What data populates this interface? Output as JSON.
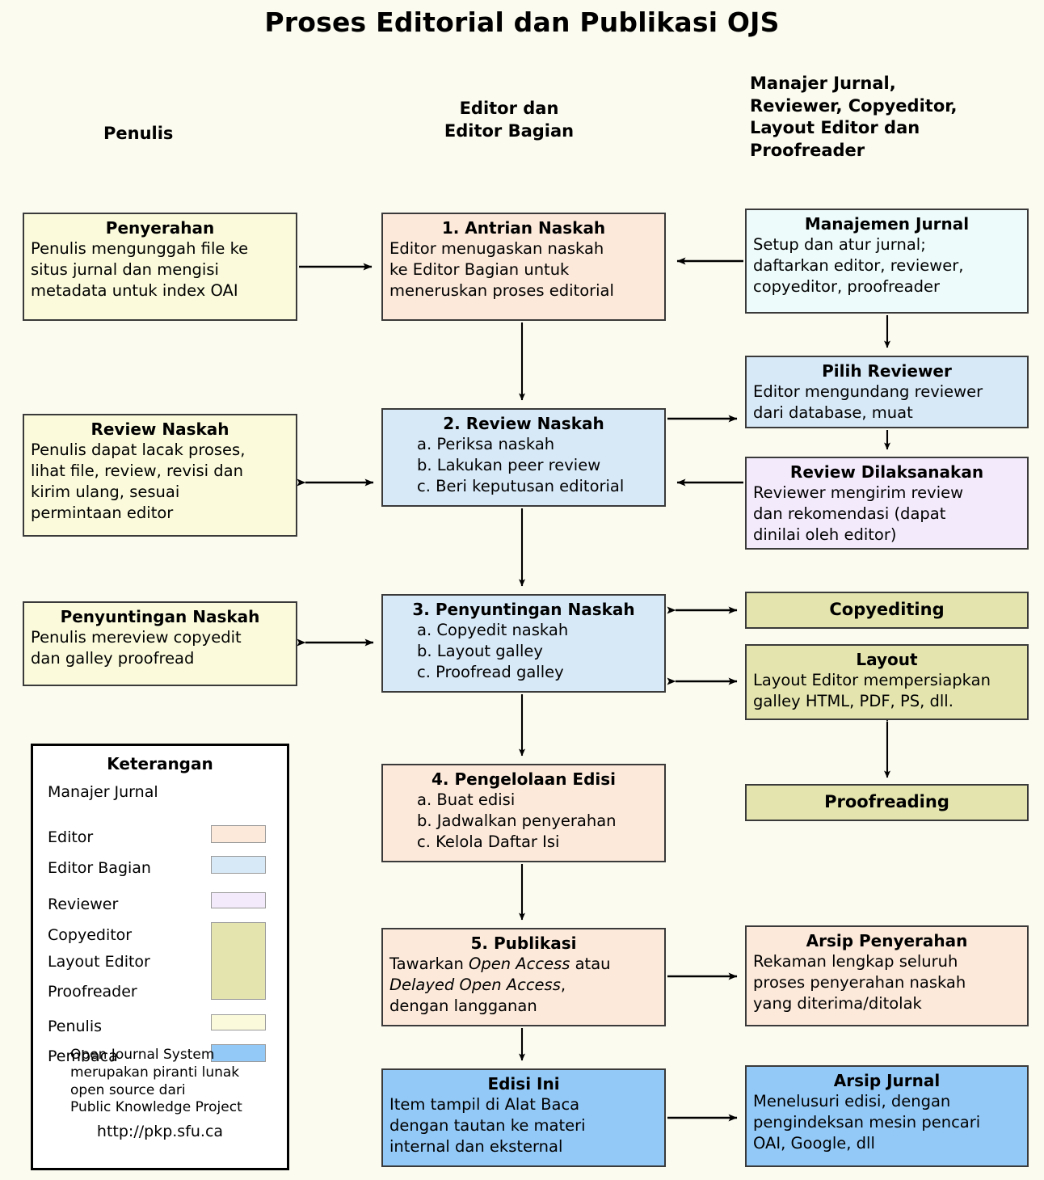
{
  "title": "Proses Editorial dan Publikasi OJS",
  "columns": {
    "author": "Penulis",
    "editor": "Editor dan\nEditor Bagian",
    "others": "Manajer Jurnal,\nReviewer, Copyeditor,\nLayout Editor dan\nProofreader"
  },
  "boxes": {
    "penyerahan": {
      "title": "Penyerahan",
      "lines": [
        "Penulis mengunggah file ke",
        "situs jurnal dan mengisi",
        "metadata untuk index OAI"
      ],
      "role": "Penulis",
      "color": "#FBFBDC"
    },
    "antrian": {
      "title": "1. Antrian Naskah",
      "lines": [
        "Editor menugaskan naskah",
        "ke Editor Bagian untuk",
        "meneruskan proses editorial"
      ],
      "role": "Editor",
      "color": "#FCE9DA"
    },
    "manajemen": {
      "title": "Manajemen Jurnal",
      "lines": [
        "Setup dan atur jurnal;",
        "daftarkan editor, reviewer,",
        "copyeditor, proofreader"
      ],
      "role": "Manajer Jurnal",
      "color": "#EEFBFB"
    },
    "pilih_reviewer": {
      "title": "Pilih Reviewer",
      "lines": [
        "Editor mengundang reviewer",
        "dari database, muat"
      ],
      "role": "Editor Bagian",
      "color": "#D7E9F7"
    },
    "review_dilaksanakan": {
      "title": "Review Dilaksanakan",
      "lines": [
        "Reviewer mengirim review",
        "dan rekomendasi (dapat",
        "dinilai oleh editor)"
      ],
      "role": "Reviewer",
      "color": "#F3EAFB"
    },
    "review_naskah_penulis": {
      "title": "Review Naskah",
      "lines": [
        "Penulis dapat lacak proses,",
        "lihat file, review, revisi dan",
        "kirim ulang, sesuai",
        "permintaan editor"
      ],
      "role": "Penulis",
      "color": "#FBFBDC"
    },
    "step2": {
      "title": "2. Review Naskah",
      "lines": [
        "a. Periksa naskah",
        "b. Lakukan peer review",
        "c. Beri keputusan editorial"
      ],
      "role": "Editor Bagian",
      "color": "#D7E9F7"
    },
    "penyuntingan_penulis": {
      "title": "Penyuntingan Naskah",
      "lines": [
        "Penulis mereview copyedit",
        "dan galley proofread"
      ],
      "role": "Penulis",
      "color": "#FBFBDC"
    },
    "step3": {
      "title": "3. Penyuntingan Naskah",
      "lines": [
        "a. Copyedit naskah",
        "b. Layout galley",
        "c. Proofread galley"
      ],
      "role": "Editor Bagian",
      "color": "#D7E9F7"
    },
    "copyediting": {
      "title": "Copyediting",
      "lines": [],
      "role": "Copyeditor",
      "color": "#E4E5AE"
    },
    "layout": {
      "title": "Layout",
      "lines": [
        "Layout Editor mempersiapkan",
        "galley HTML, PDF, PS, dll."
      ],
      "role": "Layout Editor",
      "color": "#E4E5AE"
    },
    "proofreading": {
      "title": "Proofreading",
      "lines": [],
      "role": "Proofreader",
      "color": "#E4E5AE"
    },
    "step4": {
      "title": "4. Pengelolaan Edisi",
      "lines": [
        "a. Buat edisi",
        "b. Jadwalkan penyerahan",
        "c. Kelola Daftar Isi"
      ],
      "role": "Editor",
      "color": "#FCE9DA"
    },
    "step5": {
      "title": "5. Publikasi",
      "line1_a": "Tawarkan ",
      "line1_i": "Open Access",
      "line1_b": " atau",
      "line2_i": "Delayed Open Access",
      "line2_b": ",",
      "line3": "dengan langganan",
      "role": "Editor",
      "color": "#FCE9DA"
    },
    "arsip_penyerahan": {
      "title": "Arsip Penyerahan",
      "lines": [
        "Rekaman lengkap seluruh",
        "proses penyerahan naskah",
        "yang diterima/ditolak"
      ],
      "role": "Editor",
      "color": "#FCE9DA"
    },
    "edisi_ini": {
      "title": "Edisi Ini",
      "lines": [
        "Item tampil di Alat Baca",
        "dengan tautan ke materi",
        "internal dan eksternal"
      ],
      "role": "Pembaca",
      "color": "#93C9F7"
    },
    "arsip_jurnal": {
      "title": "Arsip Jurnal",
      "lines": [
        "Menelusuri edisi, dengan",
        "pengindeksan mesin pencari",
        "OAI, Google, dll"
      ],
      "role": "Pembaca",
      "color": "#93C9F7"
    }
  },
  "legend": {
    "title": "Keterangan",
    "items": [
      {
        "label": "Manajer Jurnal",
        "color": "#EEFBFB"
      },
      {
        "label": "Editor",
        "color": "#FCE9DA"
      },
      {
        "label": "Editor Bagian",
        "color": "#D7E9F7"
      },
      {
        "label": "Reviewer",
        "color": "#F3EAFB"
      },
      {
        "label": "Copyeditor",
        "color": "#E4E5AE"
      },
      {
        "label": "Layout Editor",
        "color": "#E4E5AE"
      },
      {
        "label": "Proofreader",
        "color": "#E4E5AE"
      },
      {
        "label": "Penulis",
        "color": "#FBFBDC"
      },
      {
        "label": "Pembaca",
        "color": "#93C9F7"
      }
    ],
    "footer": [
      "Open Journal System",
      "merupakan piranti lunak",
      "open source dari",
      "Public Knowledge Project"
    ],
    "url": "http://pkp.sfu.ca"
  }
}
